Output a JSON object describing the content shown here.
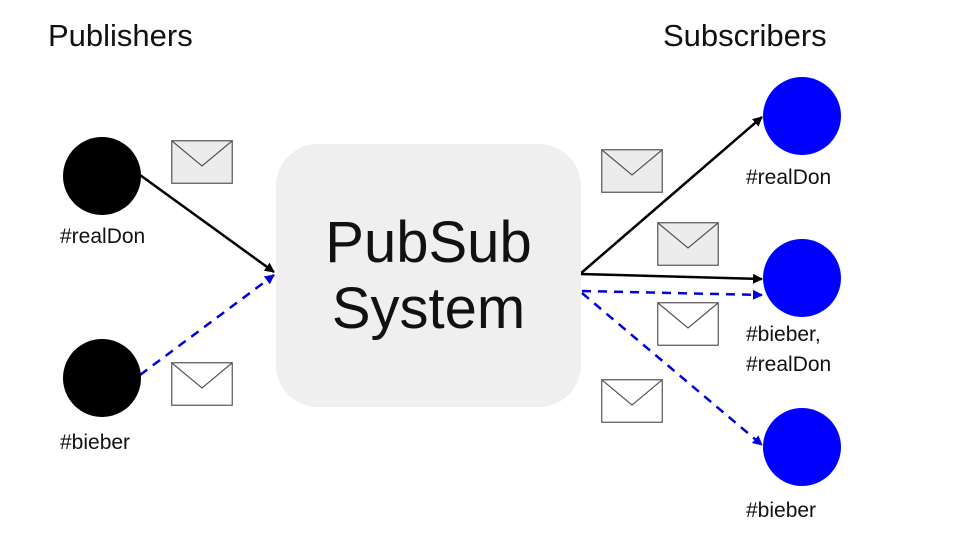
{
  "headings": {
    "publishers": "Publishers",
    "subscribers": "Subscribers"
  },
  "center": {
    "line1": "PubSub",
    "line2": "System"
  },
  "publishers": [
    {
      "label": "#realDon"
    },
    {
      "label": "#bieber"
    }
  ],
  "subscribers": [
    {
      "label": "#realDon"
    },
    {
      "label_line1": "#bieber,",
      "label_line2": "#realDon"
    },
    {
      "label": "#bieber"
    }
  ],
  "colors": {
    "publisher_node": "#000000",
    "subscriber_node": "#0000ff",
    "realdon_arrow": "#000000",
    "bieber_arrow": "#0000dd",
    "center_box": "#efefef",
    "envelope_fill": "#ececec",
    "envelope_stroke": "#555555"
  },
  "icons": {
    "message": "envelope-icon"
  }
}
